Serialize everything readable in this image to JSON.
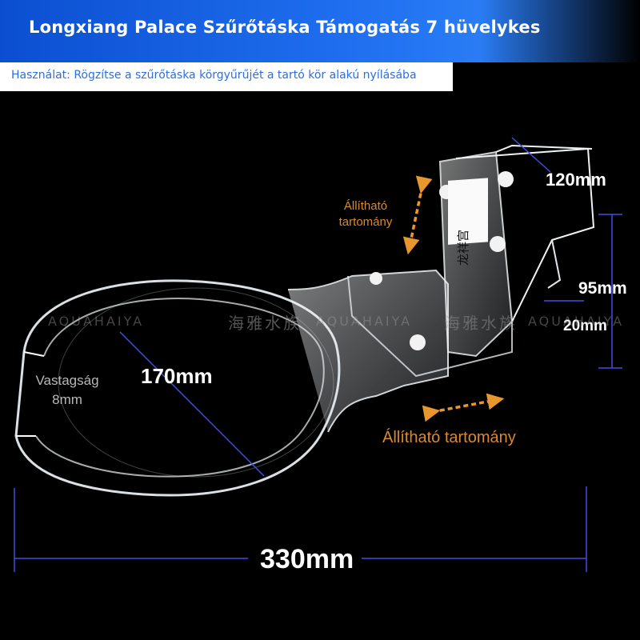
{
  "header": {
    "title": "Longxiang Palace Szűrőtáska Támogatás 7 hüvelykes",
    "usage": "Használat: Rögzítse a szűrőtáska körgyűrűjét a tartó kör alakú nyílásába"
  },
  "dimensions": {
    "width_top": "120mm",
    "height_side": "95mm",
    "lip": "20mm",
    "ring_diameter": "170mm",
    "total_length": "330mm"
  },
  "labels": {
    "adjustable_vertical_line1": "Állítható",
    "adjustable_vertical_line2": "tartomány",
    "adjustable_horizontal": "Állítható tartomány",
    "thickness_line1": "Vastagság",
    "thickness_line2": "8mm"
  },
  "watermark": {
    "chinese": "海雅水族",
    "latin": "AQUAHAIYA"
  },
  "product_logo_text": "龙祥宫",
  "colors": {
    "banner": "#1f6ff0",
    "accent_orange": "#e8962e",
    "dimension_line": "#3d4fe0"
  }
}
